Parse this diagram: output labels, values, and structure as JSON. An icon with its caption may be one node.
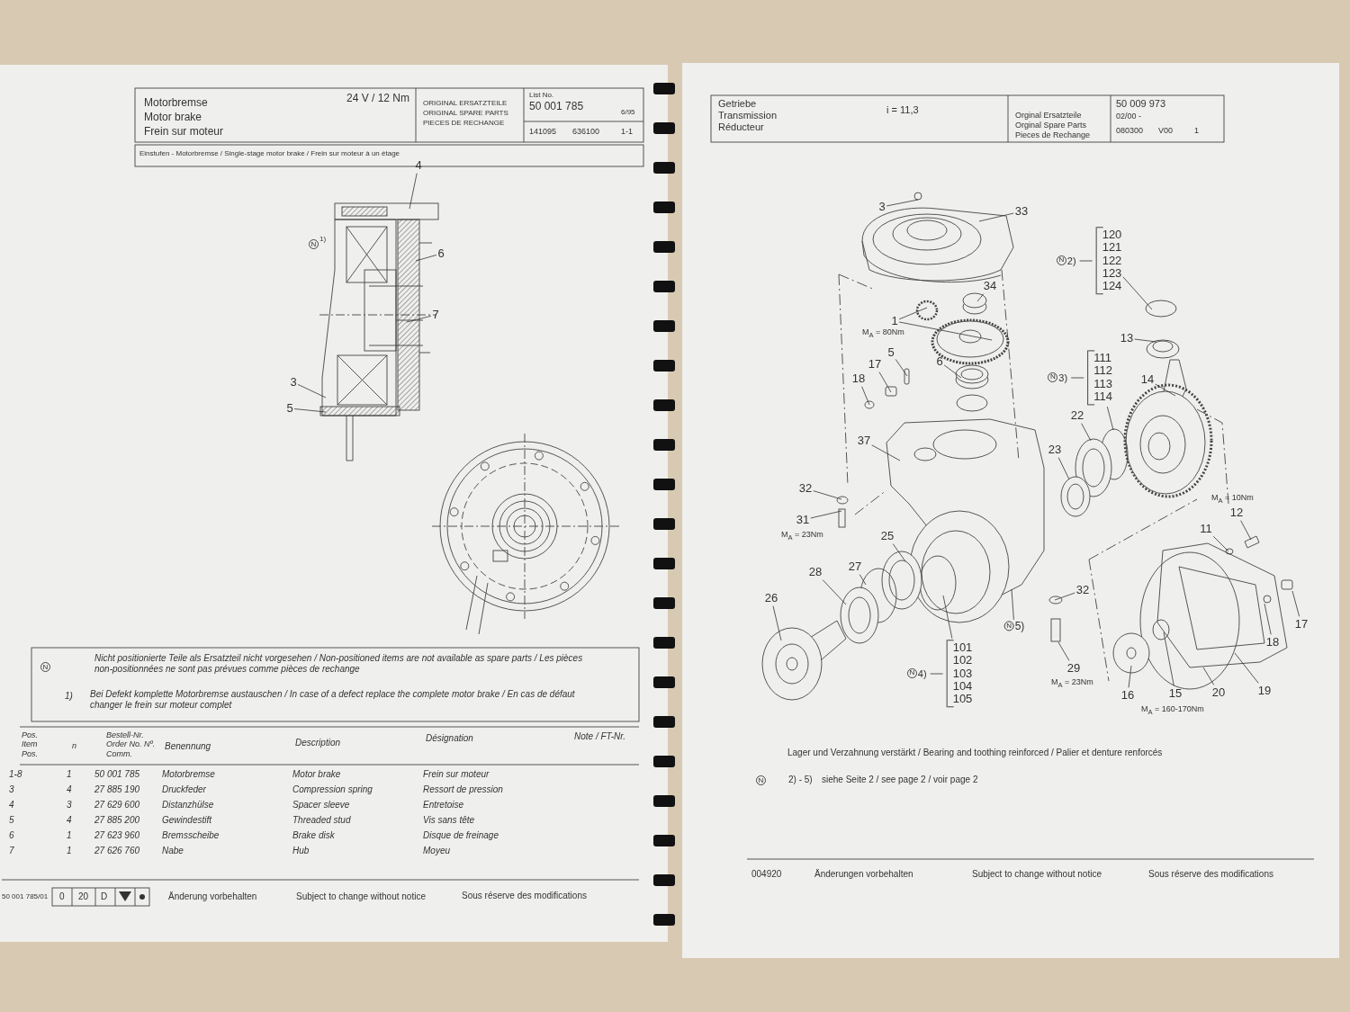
{
  "diagram": {
    "nodes": [
      {
        "text": [
          "4"
        ]
      },
      {
        "text": [
          "6"
        ]
      },
      {
        "text": [
          "7"
        ]
      },
      {
        "text": [
          "3"
        ]
      },
      {
        "text": [
          "5"
        ]
      },
      {
        "text": [
          "3"
        ]
      },
      {
        "text": [
          "33"
        ]
      },
      {
        "text": [
          "34"
        ]
      },
      {
        "text": [
          "1"
        ]
      },
      {
        "text": [
          "5"
        ]
      },
      {
        "text": [
          "6"
        ]
      },
      {
        "text": [
          "17"
        ]
      },
      {
        "text": [
          "18"
        ]
      },
      {
        "text": [
          "37"
        ]
      },
      {
        "text": [
          "120",
          "121",
          "122",
          "123",
          "124"
        ],
        "beside": [
          "N",
          "2)"
        ]
      },
      {
        "text": [
          "13"
        ]
      },
      {
        "text": [
          "111",
          "112",
          "113",
          "114"
        ],
        "beside": [
          "N",
          "3)"
        ]
      },
      {
        "text": [
          "14"
        ]
      },
      {
        "text": [
          "22"
        ]
      },
      {
        "text": [
          "23"
        ]
      },
      {
        "text": [
          "32"
        ]
      },
      {
        "text": [
          "31"
        ]
      },
      {
        "text": [
          "25"
        ]
      },
      {
        "text": [
          "27"
        ]
      },
      {
        "text": [
          "28"
        ]
      },
      {
        "text": [
          "26"
        ]
      },
      {
        "text": [
          "101",
          "102",
          "103",
          "104",
          "105"
        ],
        "beside": [
          "N",
          "4)"
        ]
      },
      {
        "text": [
          "N",
          "5)"
        ]
      },
      {
        "text": [
          "32"
        ]
      },
      {
        "text": [
          "29"
        ]
      },
      {
        "text": [
          "11"
        ]
      },
      {
        "text": [
          "12"
        ]
      },
      {
        "text": [
          "17"
        ]
      },
      {
        "text": [
          "18"
        ]
      },
      {
        "text": [
          "16"
        ]
      },
      {
        "text": [
          "15"
        ]
      },
      {
        "text": [
          "20"
        ]
      },
      {
        "text": [
          "19"
        ]
      }
    ],
    "edges": [
      {
        "from": 0,
        "to": null,
        "arrow": "none"
      },
      {
        "from": 1,
        "to": null,
        "arrow": "none"
      },
      {
        "from": 2,
        "to": null,
        "arrow": "none"
      },
      {
        "from": 3,
        "to": null,
        "arrow": "none"
      },
      {
        "from": 4,
        "to": null,
        "arrow": "none"
      },
      {
        "from": 5,
        "to": null,
        "arrow": "none"
      },
      {
        "from": 6,
        "to": null,
        "arrow": "none"
      },
      {
        "from": 7,
        "to": null,
        "arrow": "none"
      },
      {
        "from": 8,
        "to": null,
        "arrow": "none"
      },
      {
        "from": 8,
        "to": null,
        "arrow": "none"
      },
      {
        "from": 9,
        "to": null,
        "arrow": "none"
      },
      {
        "from": 10,
        "to": null,
        "arrow": "none"
      },
      {
        "from": 11,
        "to": null,
        "arrow": "none"
      },
      {
        "from": 12,
        "to": null,
        "arrow": "none"
      },
      {
        "from": 13,
        "to": null,
        "arrow": "none"
      },
      {
        "from": 14,
        "to": null,
        "arrow": "none"
      },
      {
        "from": 15,
        "to": null,
        "arrow": "none"
      },
      {
        "from": 16,
        "to": null,
        "arrow": "none"
      },
      {
        "from": 17,
        "to": null,
        "arrow": "none"
      },
      {
        "from": 18,
        "to": null,
        "arrow": "none"
      },
      {
        "from": 19,
        "to": null,
        "arrow": "none"
      },
      {
        "from": 20,
        "to": null,
        "arrow": "none"
      },
      {
        "from": 21,
        "to": null,
        "arrow": "none"
      },
      {
        "from": 22,
        "to": null,
        "arrow": "none"
      },
      {
        "from": 23,
        "to": null,
        "arrow": "none"
      },
      {
        "from": 24,
        "to": null,
        "arrow": "none"
      },
      {
        "from": 25,
        "to": null,
        "arrow": "none"
      },
      {
        "from": 26,
        "to": null,
        "arrow": "none"
      },
      {
        "from": 27,
        "to": null,
        "arrow": "none"
      },
      {
        "from": 28,
        "to": null,
        "arrow": "none"
      },
      {
        "from": 29,
        "to": null,
        "arrow": "none"
      },
      {
        "from": 30,
        "to": null,
        "arrow": "none"
      },
      {
        "from": 31,
        "to": null,
        "arrow": "none"
      },
      {
        "from": 32,
        "to": null,
        "arrow": "none"
      },
      {
        "from": 33,
        "to": null,
        "arrow": "none"
      },
      {
        "from": 34,
        "to": null,
        "arrow": "none"
      },
      {
        "from": 35,
        "to": null,
        "arrow": "none"
      },
      {
        "from": 36,
        "to": null,
        "arrow": "none"
      },
      {
        "from": 37,
        "to": null,
        "arrow": "none"
      }
    ],
    "labels": [
      "Motorbremse",
      "Motor brake",
      "Frein sur moteur",
      "24 V / 12 Nm",
      "ORIGINAL ERSATZTEILE",
      "ORIGINAL SPARE PARTS",
      "PIECES DE RECHANGE",
      "List No.",
      "50 001 785",
      "6/95",
      "141095",
      "636100",
      "1-1",
      "Einstufen - Motorbremse / Single-stage motor brake / Frein sur moteur à un étage",
      "N",
      "1)",
      "N",
      "Nicht positionierte Teile als Ersatzteil nicht vorgesehen / Non-positioned items are not available as spare parts / Les pièces non-positionnées ne sont pas prévues comme pièces de rechange",
      "1)",
      "Bei Defekt komplette Motorbremse austauschen / In case of a defect replace the complete motor brake / En cas de défaut changer le frein sur moteur complet",
      "Pos. Item Pos.",
      "n",
      "Bestell-Nr. Order No. Nº. Comm.",
      "Benennung",
      "Description",
      "Désignation",
      "Note / FT-Nr.",
      "1-8",
      "1",
      "50 001 785",
      "Motorbremse",
      "Motor brake",
      "Frein sur moteur",
      "3",
      "4",
      "27 885 190",
      "Druckfeder",
      "Compression spring",
      "Ressort de pression",
      "4",
      "3",
      "27 629 600",
      "Distanzhülse",
      "Spacer sleeve",
      "Entretoise",
      "5",
      "4",
      "27 885 200",
      "Gewindestift",
      "Threaded stud",
      "Vis sans tête",
      "6",
      "1",
      "27 623 960",
      "Bremsscheibe",
      "Brake disk",
      "Disque de freinage",
      "7",
      "1",
      "27 626 760",
      "Nabe",
      "Hub",
      "Moyeu",
      "50 001 785/01",
      "0",
      "20",
      "D",
      "Änderung vorbehalten",
      "Subject to change without notice",
      "Sous réserve des modifications",
      "Getriebe",
      "Transmission",
      "Réducteur",
      "i = 11,3",
      "Orginal Ersatzteile",
      "Orginal Spare Parts",
      "Pieces de Rechange",
      "50 009 973",
      "02/00 -",
      "080300",
      "V00",
      "1",
      "M$_{A}$ = 80Nm",
      "M$_{A}$ = 23Nm",
      "M$_{A}$ = 10Nm",
      "M$_{A}$ = 23Nm",
      "M$_{A}$ = 160-170Nm",
      "Lager und Verzahnung verstärkt / Bearing and toothing reinforced / Palier et denture renforcés",
      "N",
      "2) - 5)",
      "siehe Seite 2 / see page 2 / voir page 2",
      "004920",
      "Änderungen vorbehalten",
      "Subject to change without notice",
      "Sous réserve des modifications"
    ]
  }
}
